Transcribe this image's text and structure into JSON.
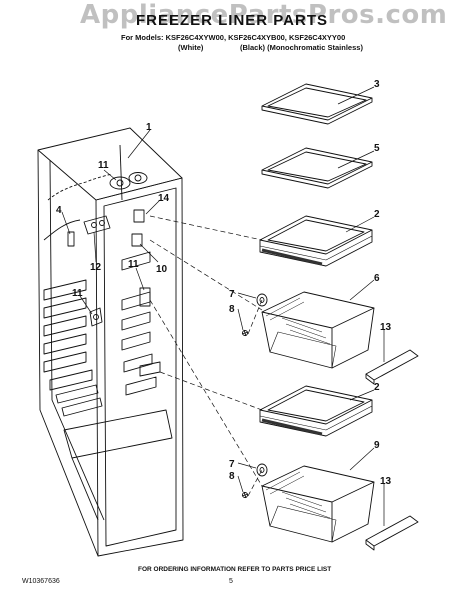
{
  "watermark": "AppliancePartsPros.com",
  "header": {
    "title": "FREEZER LINER PARTS",
    "models": "For Models: KSF26C4XYW00, KSF26C4XYB00, KSF26C4XYY00",
    "variant_white": "(White)",
    "variant_black": "(Black) (Monochromatic Stainless)"
  },
  "callouts": {
    "c1": "1",
    "c2a": "2",
    "c2b": "2",
    "c3": "3",
    "c4": "4",
    "c5": "5",
    "c6": "6",
    "c7a": "7",
    "c7b": "7",
    "c8a": "8",
    "c8b": "8",
    "c9": "9",
    "c10": "10",
    "c11a": "11",
    "c11b": "11",
    "c11c": "11",
    "c12": "12",
    "c13a": "13",
    "c13b": "13",
    "c14": "14"
  },
  "footer": {
    "note": "FOR ORDERING INFORMATION REFER TO PARTS PRICE LIST",
    "doc_number": "W10367636",
    "page_number": "5"
  }
}
